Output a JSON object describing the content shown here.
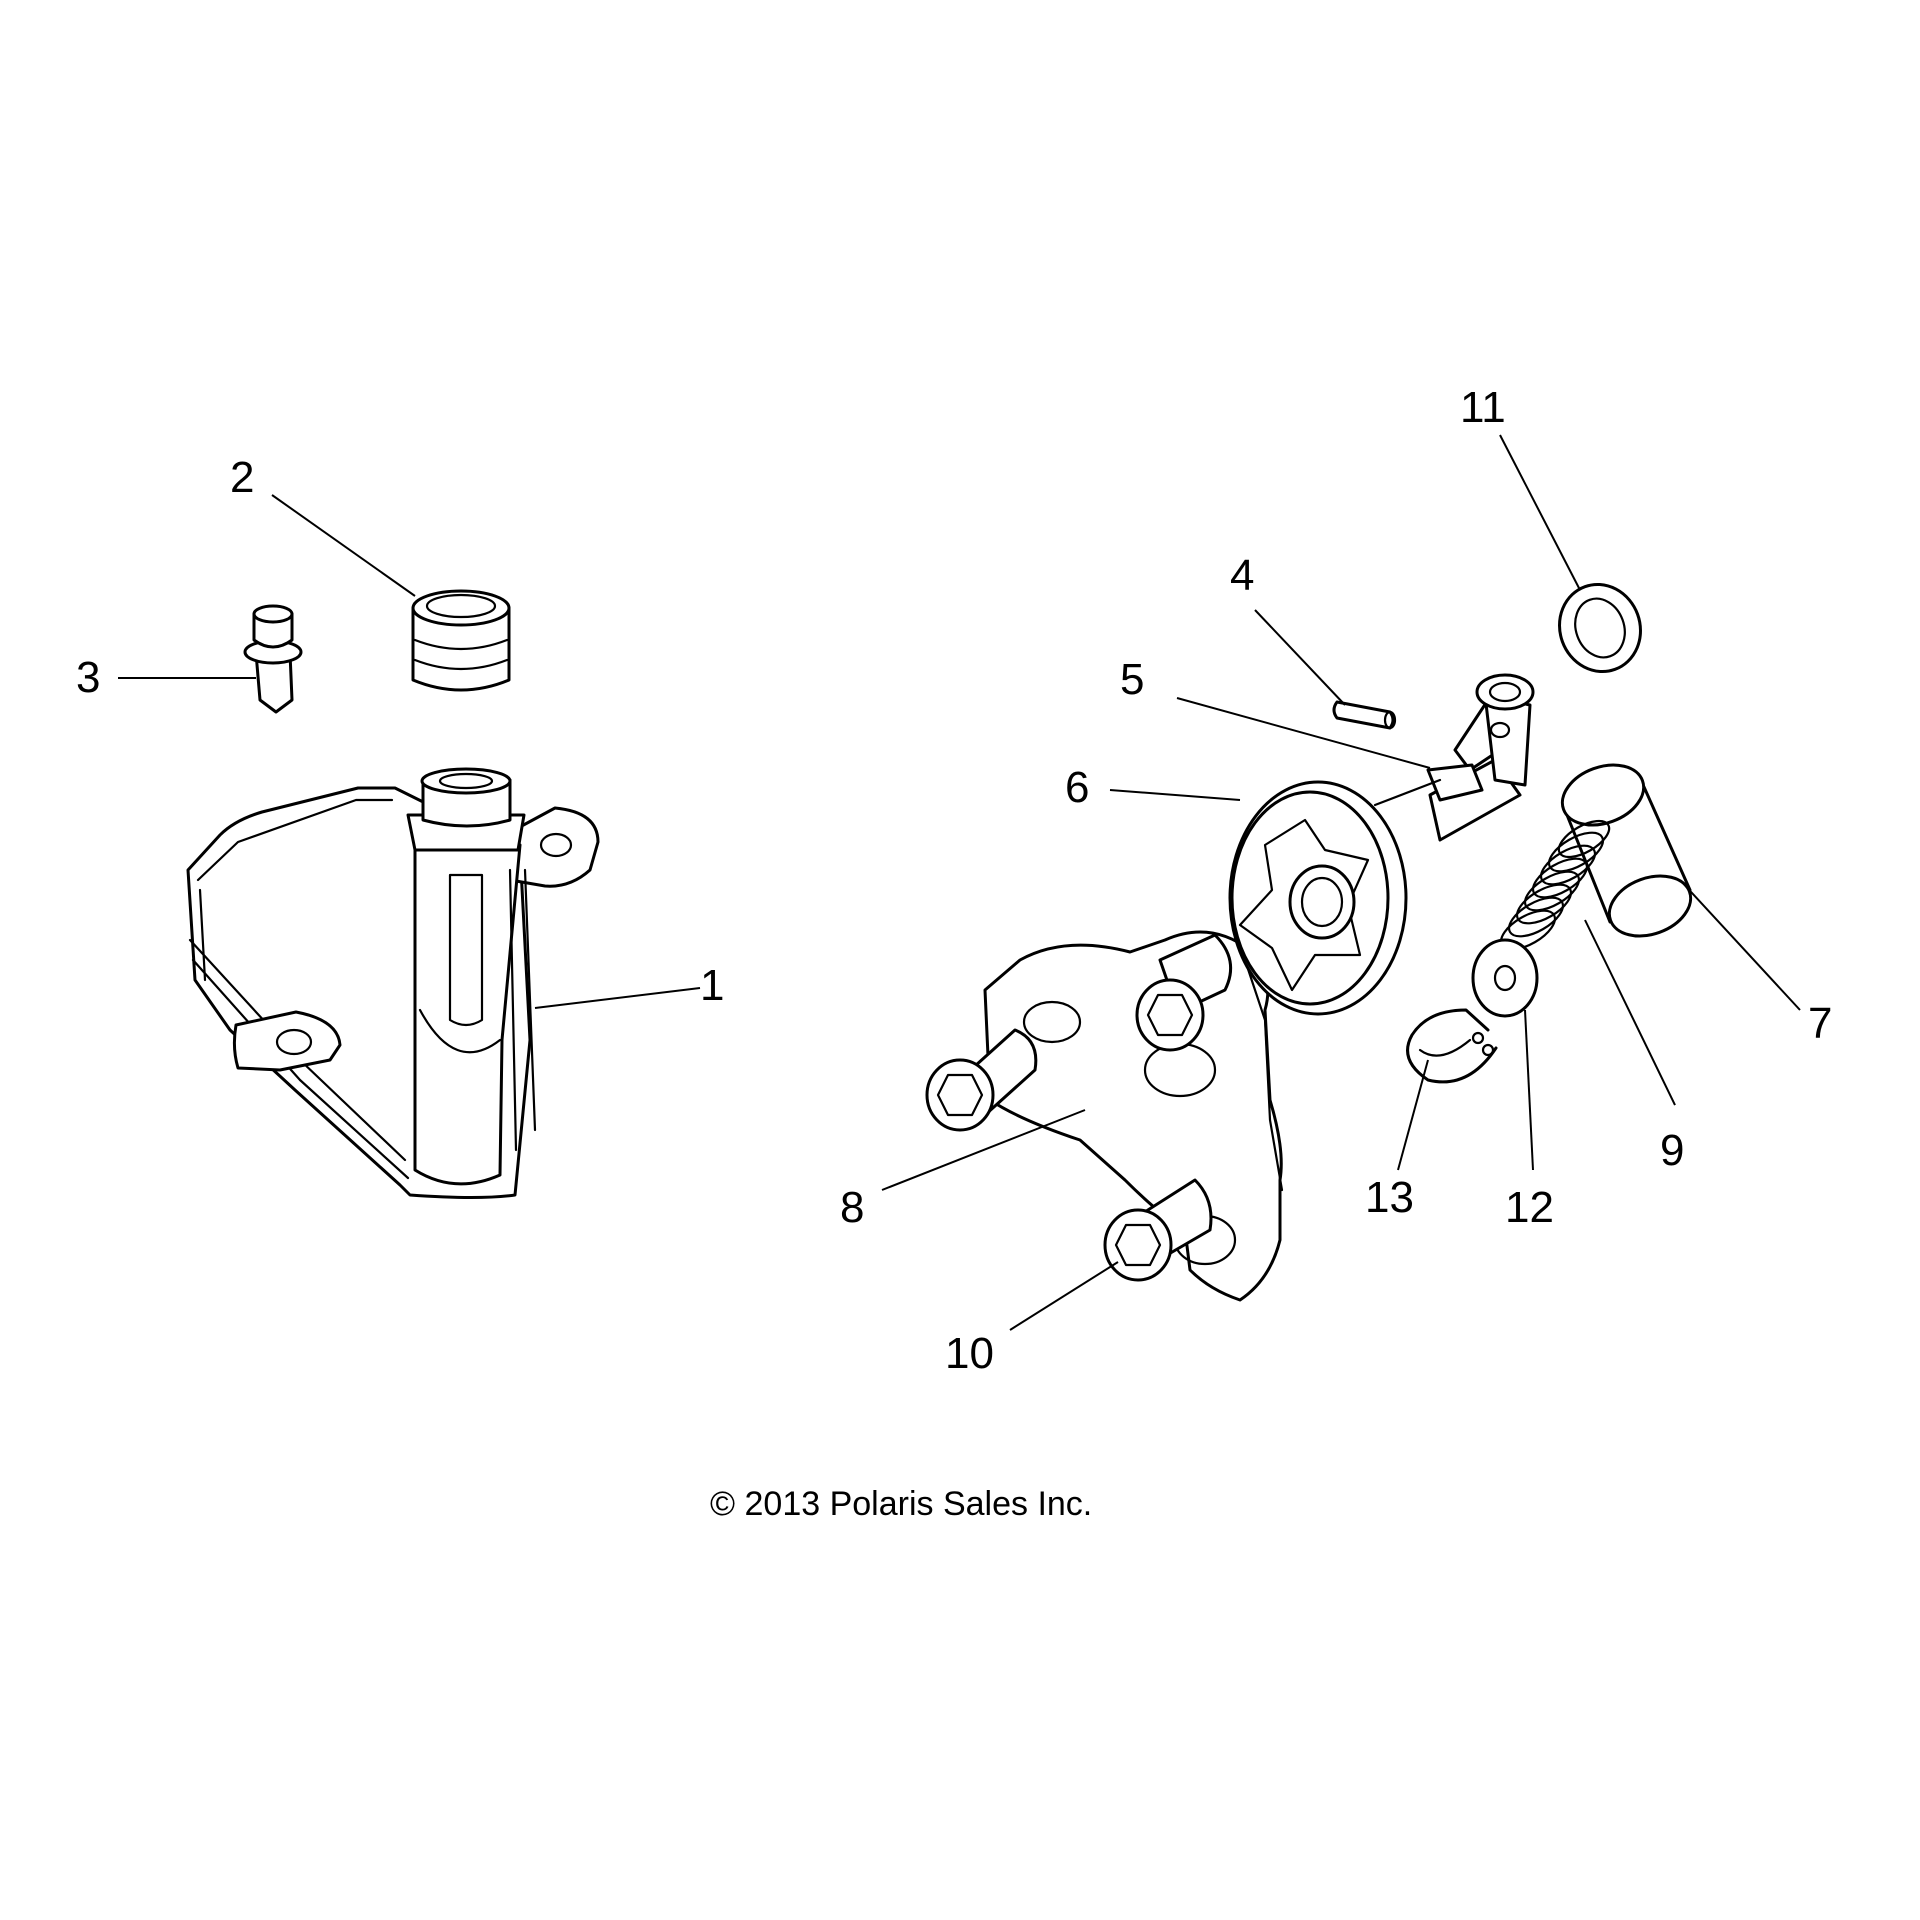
{
  "diagram": {
    "callouts": [
      "1",
      "2",
      "3",
      "4",
      "5",
      "6",
      "7",
      "8",
      "9",
      "10",
      "11",
      "12",
      "13"
    ],
    "copyright": "© 2013 Polaris Sales Inc."
  }
}
